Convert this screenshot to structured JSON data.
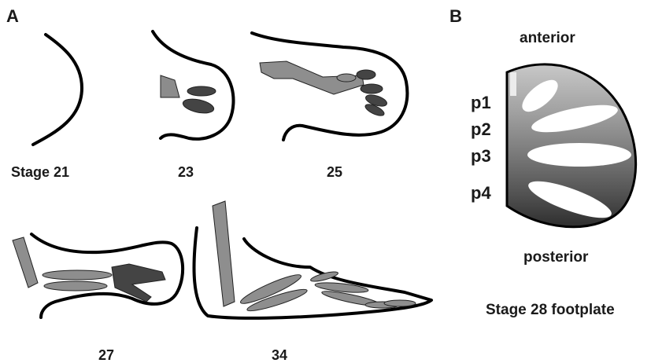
{
  "panel_a": {
    "letter": "A",
    "stages": [
      "Stage 21",
      "23",
      "25",
      "27",
      "34"
    ]
  },
  "panel_b": {
    "letter": "B",
    "top_label": "anterior",
    "bottom_label": "posterior",
    "regions": [
      "p1",
      "p2",
      "p3",
      "p4"
    ],
    "caption": "Stage 28 footplate"
  }
}
